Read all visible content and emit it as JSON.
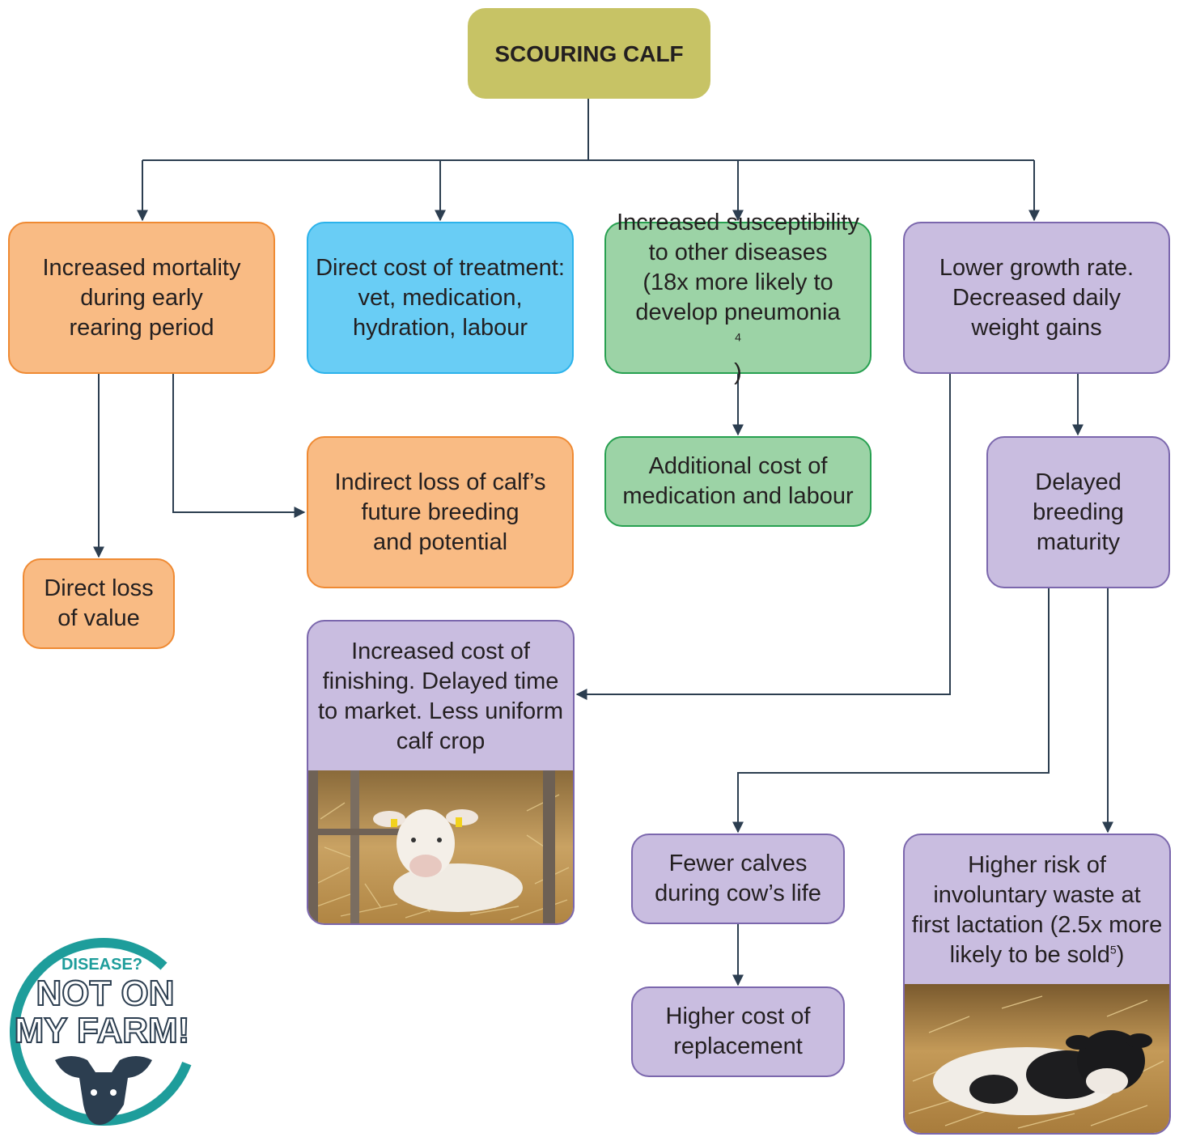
{
  "root": {
    "label": "SCOURING CALF"
  },
  "nodes": {
    "mortality": {
      "lines": [
        "Increased mortality",
        "during early",
        "rearing period"
      ]
    },
    "direct_cost": {
      "lines": [
        "Direct cost of treatment:",
        "vet, medication,",
        "hydration, labour"
      ]
    },
    "susceptibility": {
      "lines": [
        "Increased susceptibility",
        "to other diseases",
        "(18x more likely to"
      ],
      "last_line": "develop pneumonia",
      "last_sup": "4",
      "last_tail": ")"
    },
    "growth": {
      "lines": [
        "Lower growth rate.",
        "Decreased daily",
        "weight gains"
      ]
    },
    "indirect_loss": {
      "lines": [
        "Indirect loss of calf’s",
        "future breeding",
        "and potential"
      ]
    },
    "additional_cost": {
      "lines": [
        "Additional cost of",
        "medication and labour"
      ]
    },
    "delayed_breeding": {
      "lines": [
        "Delayed",
        "breeding",
        "maturity"
      ]
    },
    "direct_loss": {
      "lines": [
        "Direct loss",
        "of value"
      ]
    },
    "finishing": {
      "lines": [
        "Increased cost of",
        "finishing. Delayed time",
        "to market. Less uniform",
        "calf crop"
      ]
    },
    "fewer_calves": {
      "lines": [
        "Fewer calves",
        "during cow’s life"
      ]
    },
    "higher_risk": {
      "lines": [
        "Higher risk of",
        "involuntary waste at",
        "first lactation (2.5x more"
      ],
      "last_line": "likely to be sold",
      "last_sup": "5",
      "last_tail": ")"
    },
    "replacement": {
      "lines": [
        "Higher cost of",
        "replacement"
      ]
    }
  },
  "logo": {
    "top": "DISEASE?",
    "line1": "NOT ON",
    "line2": "MY FARM!"
  },
  "colors": {
    "orange": "#f9bb84",
    "blue": "#69cdf5",
    "green": "#9cd3a6",
    "purple": "#c9bde0",
    "olive": "#c7c365",
    "teal": "#1e9d9b",
    "navy": "#2c3e50"
  }
}
